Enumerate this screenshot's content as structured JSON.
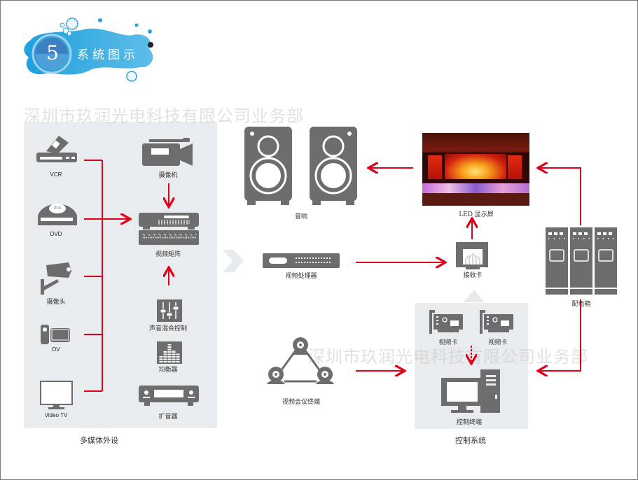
{
  "header": {
    "badge_number": "5",
    "title": "系统图示",
    "badge_color": "#2da6e0"
  },
  "watermark": "深圳市玖润光电科技有限公司业务部",
  "colors": {
    "arrow": "#e2001a",
    "icon": "#6d6d6f",
    "panel": "#e8ecef"
  },
  "multimedia_panel": {
    "caption": "多媒体外设",
    "sources": [
      {
        "label": "VCR",
        "icon": "vcr-icon"
      },
      {
        "label": "DVD",
        "icon": "dvd-icon",
        "disc_text": "DVD"
      },
      {
        "label": "摄像头",
        "icon": "cctv-camera-icon"
      },
      {
        "label": "DV",
        "icon": "dv-camcorder-icon"
      },
      {
        "label": "Video TV",
        "icon": "tv-icon"
      }
    ],
    "devices": [
      {
        "label": "摄像机",
        "icon": "video-camera-icon"
      },
      {
        "label": "视频矩阵",
        "icon": "video-matrix-icon"
      },
      {
        "label": "声音混合控制",
        "icon": "audio-mixer-icon"
      },
      {
        "label": "均衡器",
        "icon": "equalizer-icon"
      },
      {
        "label": "扩音器",
        "icon": "amplifier-icon"
      }
    ]
  },
  "center": {
    "speakers_label": "音响",
    "video_processor_label": "视频处理器",
    "video_conference_label": "视频会议终端"
  },
  "right": {
    "led_label": "LED 显示屏",
    "receiver_card_label": "接收卡",
    "power_cabinet_label": "配电箱"
  },
  "control_panel": {
    "caption": "控制系统",
    "video_card_1": "视频卡",
    "video_card_2": "视频卡",
    "terminal_label": "控制终端"
  }
}
